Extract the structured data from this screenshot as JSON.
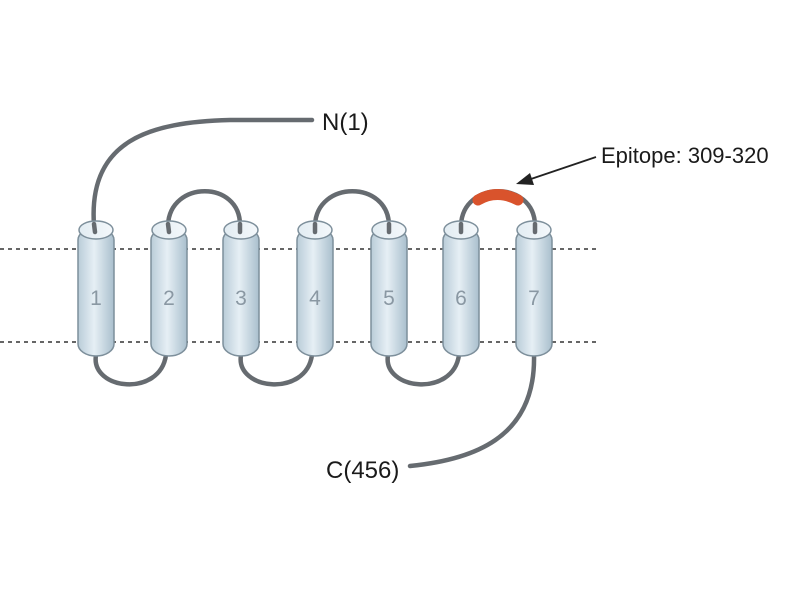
{
  "diagram": {
    "n_terminus_label": "N(1)",
    "c_terminus_label": "C(456)",
    "epitope_label": "Epitope: 309-320",
    "helices": [
      {
        "label": "1"
      },
      {
        "label": "2"
      },
      {
        "label": "3"
      },
      {
        "label": "4"
      },
      {
        "label": "5"
      },
      {
        "label": "6"
      },
      {
        "label": "7"
      }
    ],
    "colors": {
      "helix_fill": "#d2e1ea",
      "helix_stroke": "#7d8f9b",
      "loop": "#666b70",
      "epitope": "#d9532c",
      "membrane_line": "#333333"
    }
  }
}
